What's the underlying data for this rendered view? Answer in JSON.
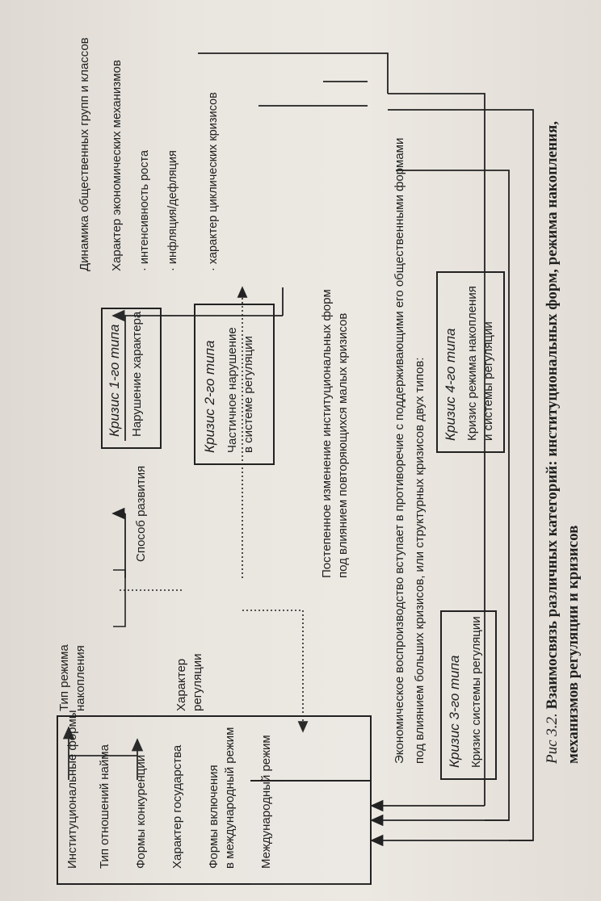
{
  "left_block": {
    "items": [
      "Институциональные формы",
      "Тип отношений найма",
      "Формы конкуренции",
      "Характер государства",
      "Формы включения",
      "в международный режим",
      "Международный режим"
    ]
  },
  "middle": {
    "accumulation_regime": [
      "Тип режима",
      "накопления"
    ],
    "regulation_character": [
      "Характер",
      "регуляции"
    ],
    "development_mode": "Способ развития"
  },
  "crises": {
    "type1": {
      "title": "Кризис 1-го типа",
      "desc": "Нарушение характера"
    },
    "type2": {
      "title": "Кризис 2-го типа",
      "desc": [
        "Частичное нарушение",
        "в системе регуляции"
      ]
    },
    "type3": {
      "title": "Кризис 3-го типа",
      "desc": "Кризис системы регуляции"
    },
    "type4": {
      "title": "Кризис 4-го типа",
      "desc": [
        "Кризис режима накопления",
        "и системы регуляции"
      ]
    }
  },
  "right_block": {
    "dynamics": "Динамика общественных групп и классов",
    "economic_mechanisms": "Характер экономических механизмов",
    "growth_intensity": "· интенсивность роста",
    "inflation": "· инфляция/дефляция",
    "cyclical_crises": "· характер циклических кризисов"
  },
  "flows": {
    "gradual_change": [
      "Постепенное изменение институциональных форм",
      "под влиянием повторяющихся малых кризисов"
    ],
    "reproduction": [
      "Экономическое воспроизводство вступает в противоречие с поддерживающими его общественными формами",
      "под влиянием больших кризисов, или структурных кризисов двух типов:"
    ]
  },
  "caption": {
    "number": "Рис 3.2.",
    "line1": "Взаимосвязь различных категорий: институциональных форм, режима накопления,",
    "line2": "механизмов регуляции и кризисов"
  }
}
